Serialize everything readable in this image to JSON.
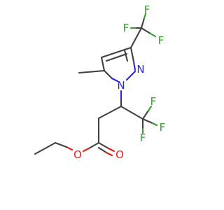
{
  "molecule": {
    "atoms": {
      "f_top_1": "F",
      "f_top_2": "F",
      "f_top_3": "F",
      "n_ring_2": "N",
      "n_ring_1": "N",
      "f_side_1": "F",
      "f_side_2": "F",
      "f_side_3": "F",
      "o_carbonyl": "O",
      "o_ester": "O"
    },
    "colors": {
      "carbon_bond": "#404040",
      "nitrogen": "#2828e6",
      "oxygen": "#e3211c",
      "fluorine": "#33a02c"
    }
  }
}
